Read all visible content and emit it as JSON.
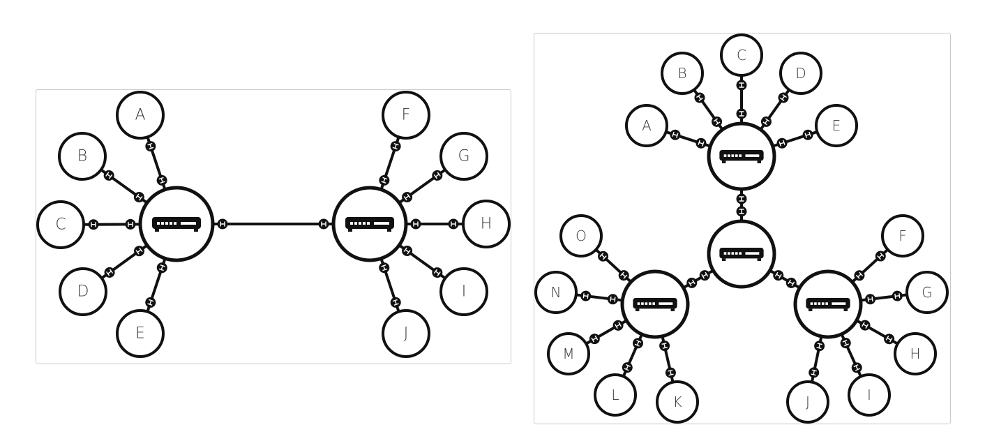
{
  "diagrams": [
    {
      "id": "left",
      "hubs": [
        "hub-1",
        "hub-2"
      ],
      "hub_links": [
        [
          "hub-1",
          "hub-2"
        ]
      ],
      "nodes": [
        {
          "label": "A",
          "hub": "hub-1"
        },
        {
          "label": "B",
          "hub": "hub-1"
        },
        {
          "label": "C",
          "hub": "hub-1"
        },
        {
          "label": "D",
          "hub": "hub-1"
        },
        {
          "label": "E",
          "hub": "hub-1"
        },
        {
          "label": "F",
          "hub": "hub-2"
        },
        {
          "label": "G",
          "hub": "hub-2"
        },
        {
          "label": "H",
          "hub": "hub-2"
        },
        {
          "label": "I",
          "hub": "hub-2"
        },
        {
          "label": "J",
          "hub": "hub-2"
        }
      ]
    },
    {
      "id": "right",
      "hubs": [
        "hub-top",
        "hub-center",
        "hub-left",
        "hub-right"
      ],
      "hub_links": [
        [
          "hub-center",
          "hub-top"
        ],
        [
          "hub-center",
          "hub-left"
        ],
        [
          "hub-center",
          "hub-right"
        ]
      ],
      "nodes": [
        {
          "label": "A",
          "hub": "hub-top"
        },
        {
          "label": "B",
          "hub": "hub-top"
        },
        {
          "label": "C",
          "hub": "hub-top"
        },
        {
          "label": "D",
          "hub": "hub-top"
        },
        {
          "label": "E",
          "hub": "hub-top"
        },
        {
          "label": "F",
          "hub": "hub-right"
        },
        {
          "label": "G",
          "hub": "hub-right"
        },
        {
          "label": "H",
          "hub": "hub-right"
        },
        {
          "label": "I",
          "hub": "hub-right"
        },
        {
          "label": "J",
          "hub": "hub-right"
        },
        {
          "label": "K",
          "hub": "hub-left"
        },
        {
          "label": "L",
          "hub": "hub-left"
        },
        {
          "label": "M",
          "hub": "hub-left"
        },
        {
          "label": "N",
          "hub": "hub-left"
        },
        {
          "label": "O",
          "hub": "hub-left"
        }
      ]
    }
  ],
  "icons": {
    "hub": "network-switch-icon",
    "port": "ethernet-port-icon"
  },
  "colors": {
    "stroke": "#111111",
    "fill": "#ffffff",
    "label": "#333333",
    "panel_border": "#c9c9c9"
  }
}
